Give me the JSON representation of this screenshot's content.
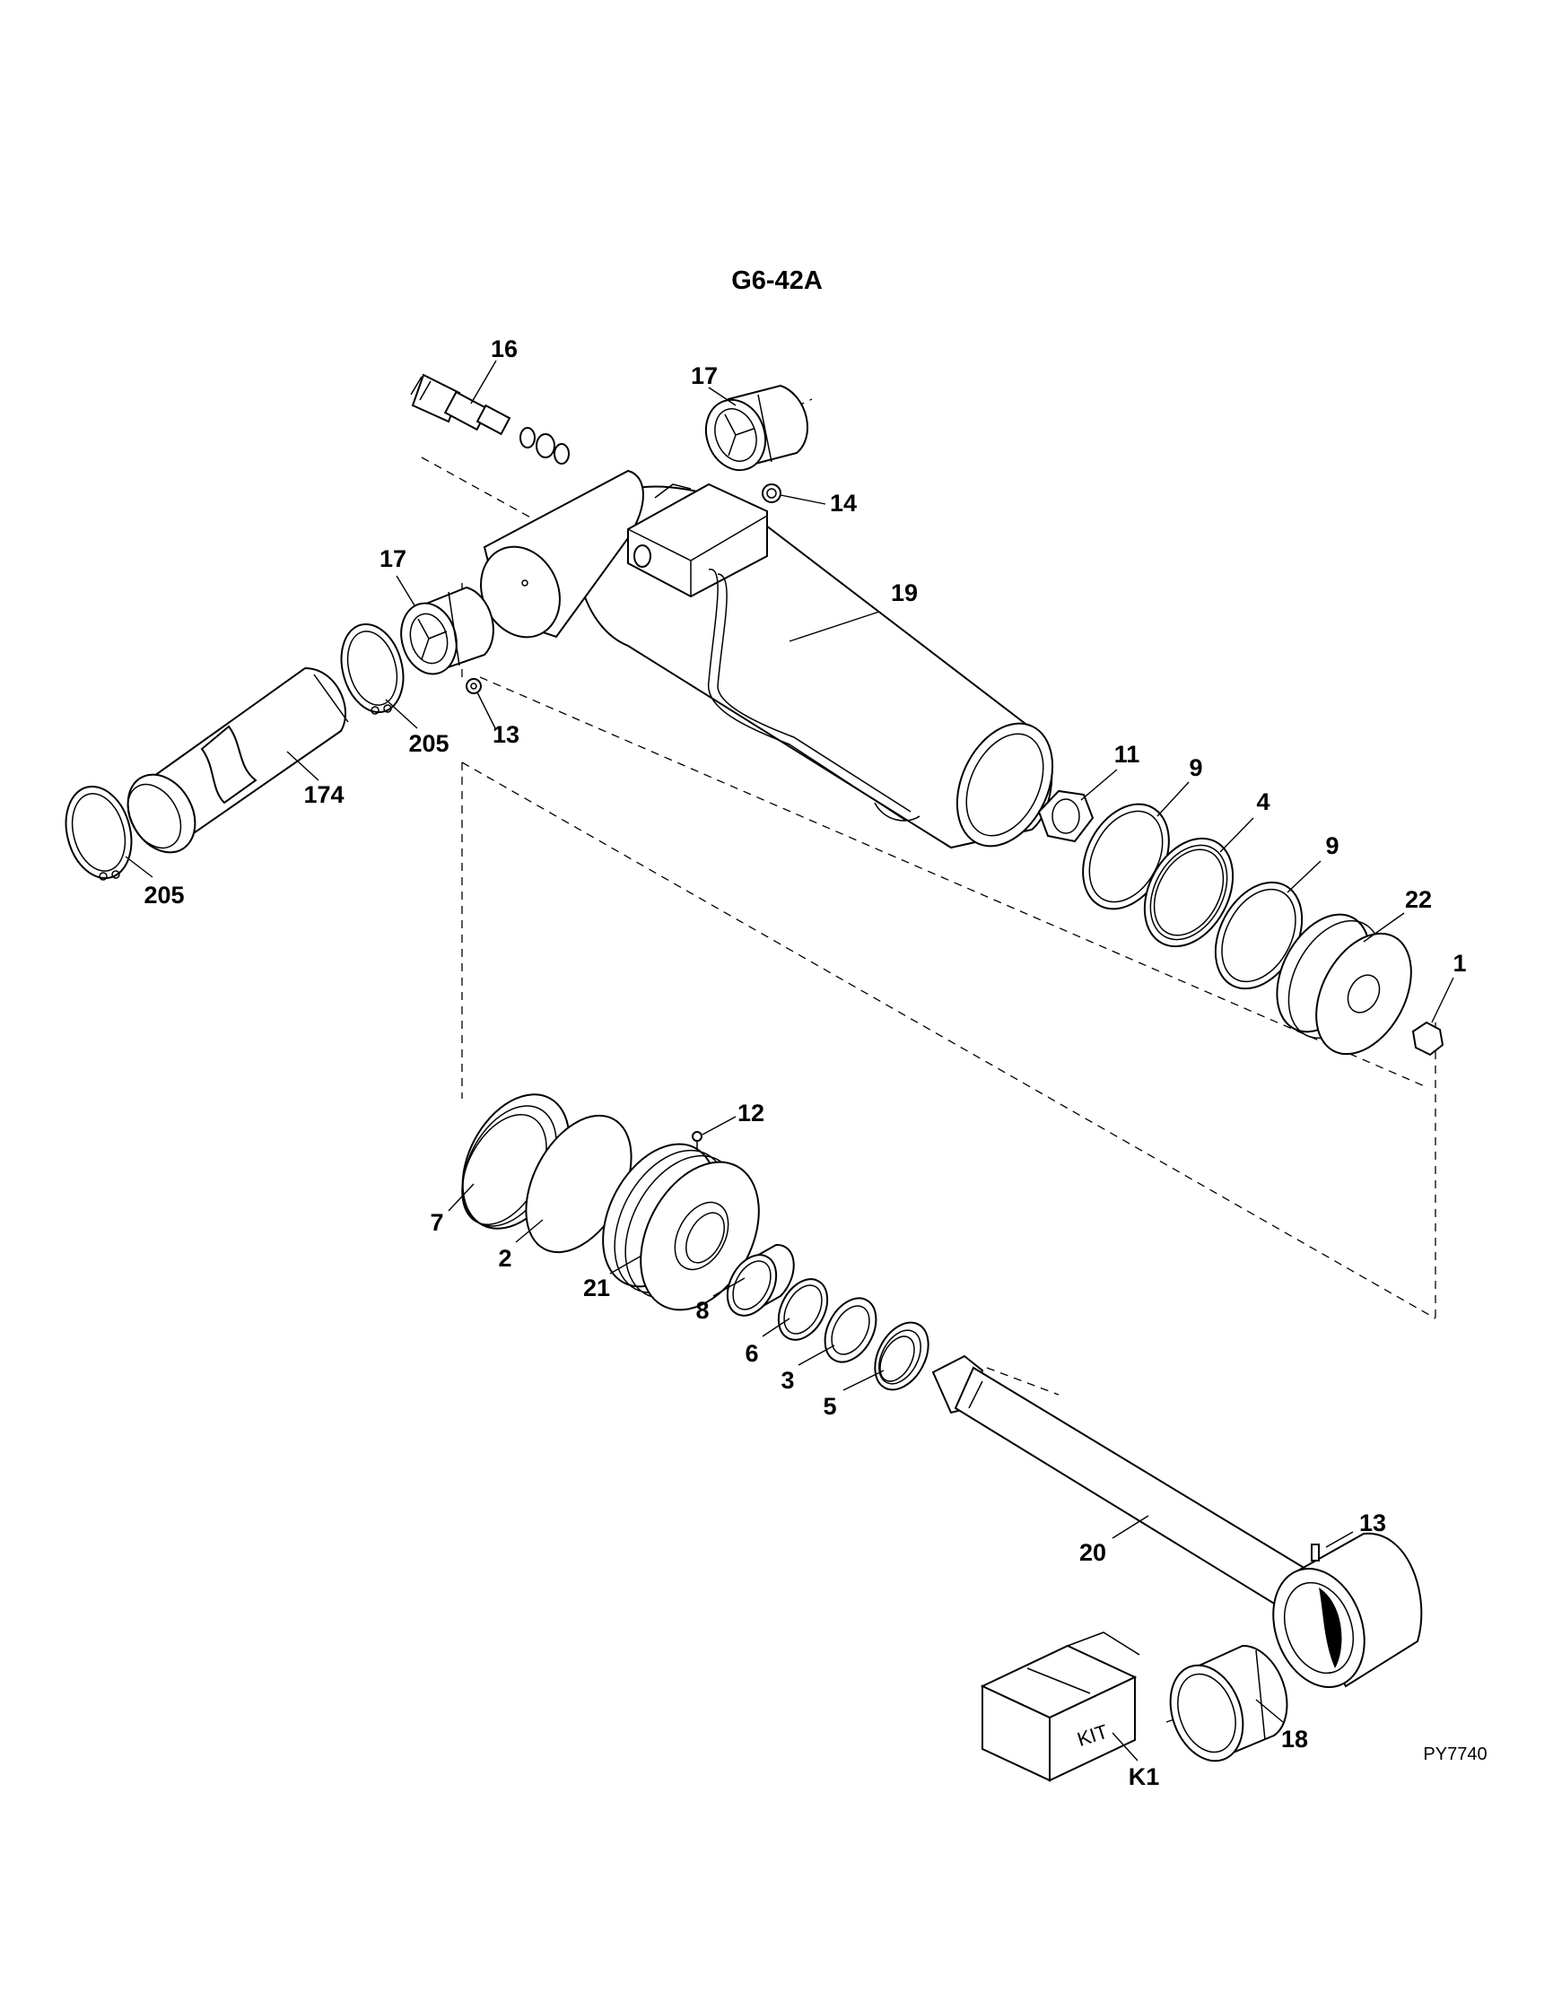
{
  "diagram": {
    "title": "G6-42A",
    "drawing_code": "PY7740",
    "kit_box_text": "KIT",
    "callouts": {
      "c16": "16",
      "c17a": "17",
      "c14": "14",
      "c17b": "17",
      "c19": "19",
      "c205a": "205",
      "c13a": "13",
      "c174": "174",
      "c205b": "205",
      "c11": "11",
      "c9a": "9",
      "c4": "4",
      "c9b": "9",
      "c22": "22",
      "c1": "1",
      "c12": "12",
      "c7": "7",
      "c2": "2",
      "c21": "21",
      "c8": "8",
      "c6": "6",
      "c3": "3",
      "c5": "5",
      "c13b": "13",
      "c20": "20",
      "c18": "18",
      "cK1": "K1"
    }
  }
}
